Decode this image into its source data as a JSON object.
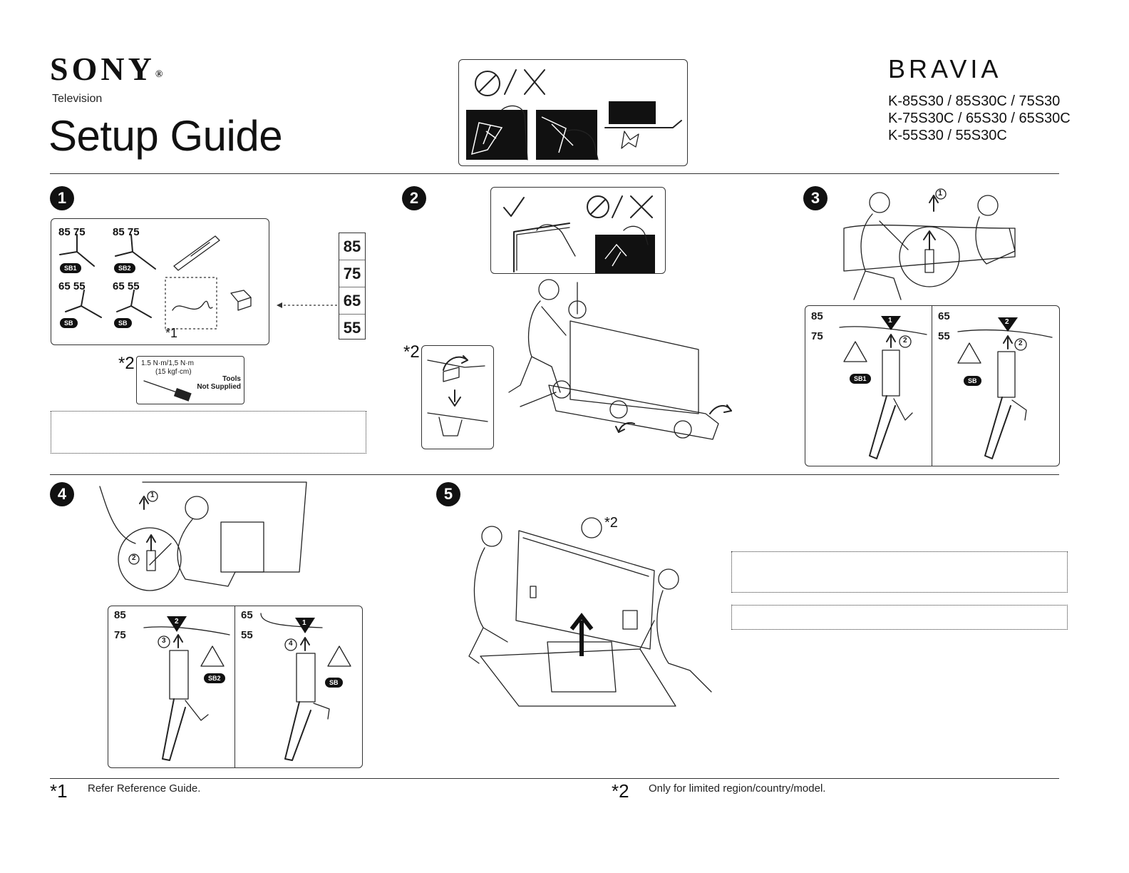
{
  "header": {
    "brand": "SONY",
    "product_category": "Television",
    "title": "Setup Guide",
    "series": "BRAVIA",
    "models": [
      "K-85S30 / 85S30C / 75S30",
      "K-75S30C / 65S30 / 65S30C",
      "K-55S30 / 55S30C"
    ]
  },
  "steps": {
    "s1": "1",
    "s2": "2",
    "s3": "3",
    "s4": "4",
    "s5": "5"
  },
  "step1": {
    "stand_pairs": [
      {
        "sizes": "85 75",
        "code": "SB1"
      },
      {
        "sizes": "85 75",
        "code": "SB2"
      },
      {
        "sizes": "65 55",
        "code": "SB"
      },
      {
        "sizes": "65 55",
        "code": "SB"
      }
    ],
    "cable_note": "*1",
    "size_list": [
      "85",
      "75",
      "65",
      "55"
    ],
    "torque_note_marker": "*2",
    "torque": "1.5 N·m/1,5 N·m",
    "torque_alt": "(15 kgf·cm)",
    "tools_line1": "Tools",
    "tools_line2": "Not Supplied"
  },
  "step2": {
    "note_marker": "*2"
  },
  "step3": {
    "left": {
      "size_a": "85",
      "size_b": "75",
      "code": "SB1",
      "num1": "1",
      "num2": "2"
    },
    "right": {
      "size_a": "65",
      "size_b": "55",
      "code": "SB",
      "num1": "2",
      "num2": "2"
    },
    "top_num": "1"
  },
  "step4": {
    "left": {
      "size_a": "85",
      "size_b": "75",
      "code": "SB2",
      "num1": "2",
      "num2": "3"
    },
    "right": {
      "size_a": "65",
      "size_b": "55",
      "code": "SB",
      "num1": "1",
      "num2": "4"
    },
    "top_num1": "1",
    "top_num2": "2"
  },
  "step5": {
    "note_marker": "*2"
  },
  "footnotes": [
    {
      "marker": "*1",
      "text": "Refer Reference Guide."
    },
    {
      "marker": "*2",
      "text": "Only for limited region/country/model."
    }
  ]
}
